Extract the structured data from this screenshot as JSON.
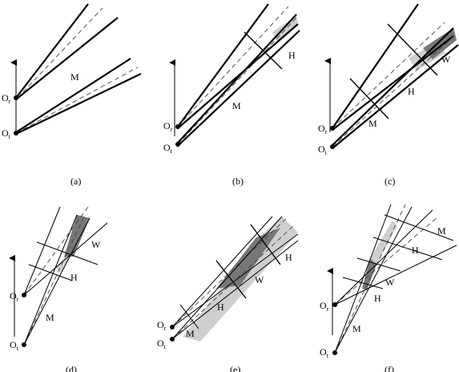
{
  "captions": [
    "(a)",
    "(b)",
    "(c)",
    "(d)",
    "(e)",
    "(f)"
  ],
  "origin_letter": "O",
  "receiver_subscript": "r",
  "transmitter_subscript": "t",
  "region_labels": {
    "a": [
      "M"
    ],
    "b": [
      "H",
      "M"
    ],
    "c": [
      "W",
      "H",
      "M"
    ],
    "d": [
      "W",
      "H",
      "M"
    ],
    "e": [
      "H",
      "W",
      "H",
      "M"
    ],
    "f": [
      "M",
      "H",
      "W",
      "H",
      "M"
    ]
  }
}
